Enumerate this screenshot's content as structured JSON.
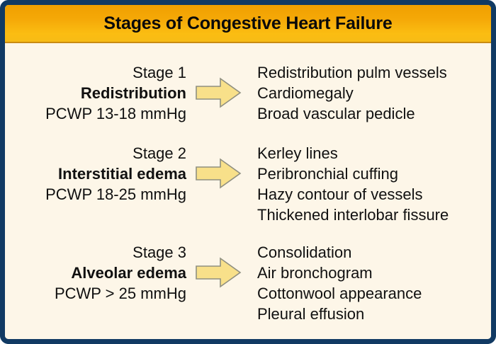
{
  "header": {
    "title": "Stages of Congestive Heart Failure",
    "background_top": "#f0a000",
    "background_bottom": "#f7bb15",
    "text_color": "#0a0a0a"
  },
  "frame": {
    "border_color": "#113a63",
    "background_color": "#fdf6e8"
  },
  "arrow": {
    "icon": "right-arrow-icon",
    "fill": "#f8e08a",
    "stroke": "#8f8f80"
  },
  "stages": [
    {
      "stage_label": "Stage 1",
      "name": "Redistribution",
      "pressure": "PCWP 13-18 mmHg",
      "findings": [
        "Redistribution pulm vessels",
        "Cardiomegaly",
        "Broad vascular pedicle"
      ]
    },
    {
      "stage_label": "Stage 2",
      "name": "Interstitial edema",
      "pressure": "PCWP 18-25 mmHg",
      "findings": [
        "Kerley lines",
        "Peribronchial cuffing",
        "Hazy contour of vessels",
        "Thickened interlobar fissure"
      ]
    },
    {
      "stage_label": "Stage 3",
      "name": "Alveolar edema",
      "pressure": "PCWP > 25 mmHg",
      "findings": [
        "Consolidation",
        "Air bronchogram",
        "Cottonwool appearance",
        "Pleural effusion"
      ]
    }
  ]
}
